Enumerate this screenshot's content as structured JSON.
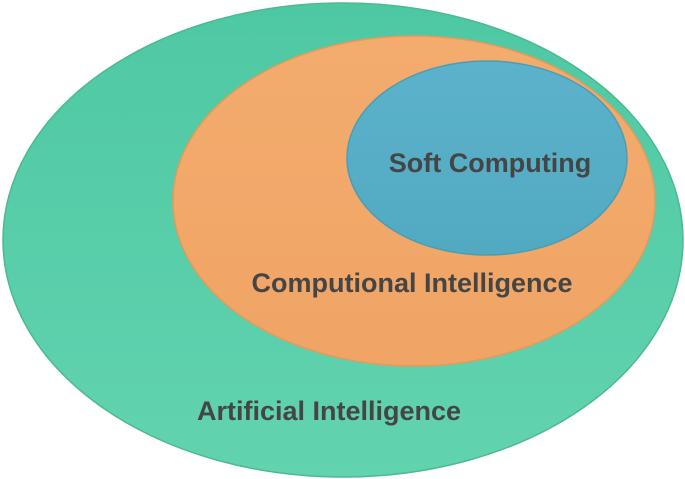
{
  "diagram": {
    "type": "nested-euler",
    "regions": [
      {
        "id": "outer",
        "label": "Artificial Intelligence",
        "fill": "#58CDA9",
        "stroke": "#4DB894",
        "contains": [
          "middle"
        ]
      },
      {
        "id": "middle",
        "label": "Computional Intelligence",
        "fill": "#F2A869",
        "stroke": "#E59A58",
        "contains": [
          "inner"
        ]
      },
      {
        "id": "inner",
        "label": "Soft Computing",
        "fill": "#57AEC6",
        "stroke": "#4C9DB3",
        "contains": []
      }
    ],
    "label_color": "#454545"
  }
}
